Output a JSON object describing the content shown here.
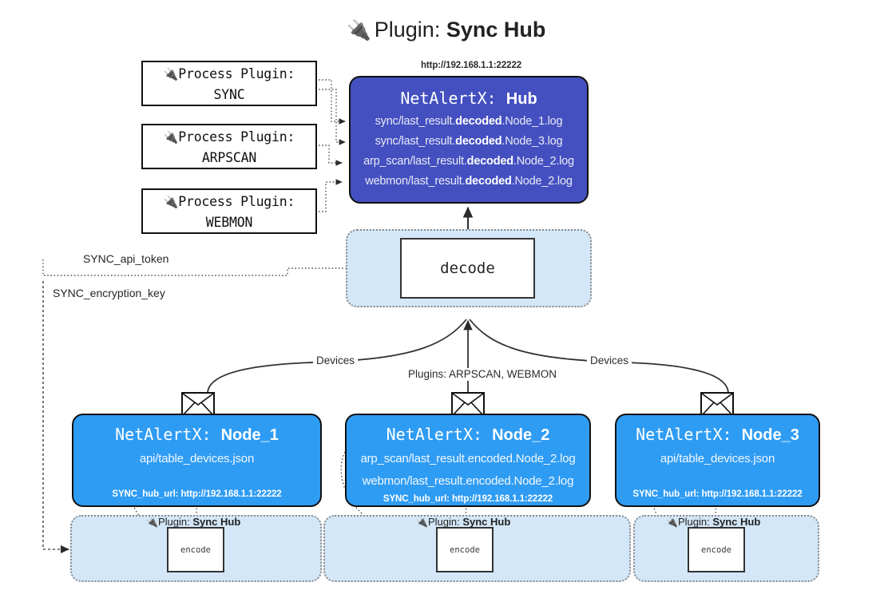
{
  "title": {
    "icon": "plug-icon",
    "prefix": "Plugin:",
    "name": "Sync Hub"
  },
  "process_plugins": [
    {
      "icon": "plug-icon",
      "line1": "Process Plugin:",
      "line2": "SYNC"
    },
    {
      "icon": "plug-icon",
      "line1": "Process Plugin:",
      "line2": "ARPSCAN"
    },
    {
      "icon": "plug-icon",
      "line1": "Process Plugin:",
      "line2": "WEBMON"
    }
  ],
  "hub": {
    "url": "http://192.168.1.1:22222",
    "label_prefix": "NetAlertX:",
    "label_name": "Hub",
    "logs": [
      {
        "pre": "sync/last_result.",
        "em": "decoded",
        "post": ".Node_1.log"
      },
      {
        "pre": "sync/last_result.",
        "em": "decoded",
        "post": ".Node_3.log"
      },
      {
        "pre": "arp_scan/last_result.",
        "em": "decoded",
        "post": ".Node_2.log"
      },
      {
        "pre": "webmon/last_result.",
        "em": "decoded",
        "post": ".Node_2.log"
      }
    ]
  },
  "decode": {
    "label": "decode"
  },
  "secrets": {
    "api_token": "SYNC_api_token",
    "encryption_key": "SYNC_encryption_key"
  },
  "edges": {
    "devices_left": "Devices",
    "devices_right": "Devices",
    "plugins_center": "Plugins: ARPSCAN, WEBMON"
  },
  "nodes": [
    {
      "label_prefix": "NetAlertX:",
      "label_name": "Node_1",
      "lines": [
        "api/table_devices.json"
      ],
      "footer": "SYNC_hub_url: http://192.168.1.1:22222",
      "envelope_icon": "envelope-icon"
    },
    {
      "label_prefix": "NetAlertX:",
      "label_name": "Node_2",
      "lines": [
        "arp_scan/last_result.encoded.Node_2.log",
        "webmon/last_result.encoded.Node_2.log"
      ],
      "footer": "SYNC_hub_url: http://192.168.1.1:22222",
      "envelope_icon": "envelope-icon"
    },
    {
      "label_prefix": "NetAlertX:",
      "label_name": "Node_3",
      "lines": [
        "api/table_devices.json"
      ],
      "footer": "SYNC_hub_url: http://192.168.1.1:22222",
      "envelope_icon": "envelope-icon"
    }
  ],
  "encoders": [
    {
      "icon": "plug-icon",
      "prefix": "Plugin:",
      "name": "Sync Hub",
      "box": "encode"
    },
    {
      "icon": "plug-icon",
      "prefix": "Plugin:",
      "name": "Sync Hub",
      "box": "encode"
    },
    {
      "icon": "plug-icon",
      "prefix": "Plugin:",
      "name": "Sync Hub",
      "box": "encode"
    }
  ],
  "colors": {
    "hub": "#4450c0",
    "node": "#2f9cf4",
    "container": "#d4e7f8",
    "stroke": "#111111",
    "dotted": "#8a8a8a"
  }
}
